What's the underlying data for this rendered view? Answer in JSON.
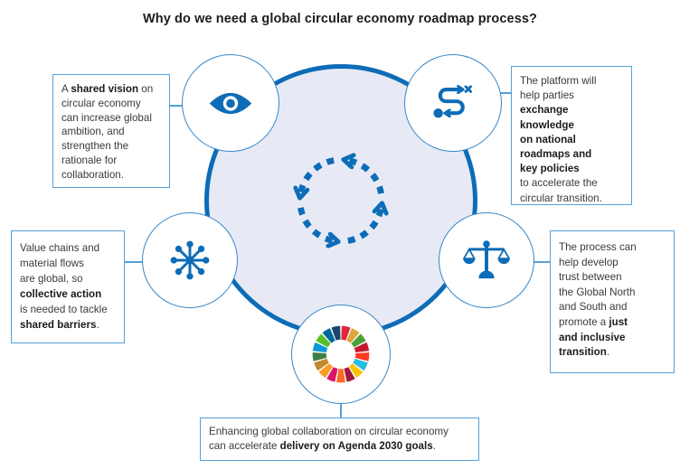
{
  "title": "Why do we need a global circular economy roadmap process?",
  "colors": {
    "icon_blue": "#0d6cb7",
    "central_fill": "#e7eaf5",
    "central_border": "#0d6cb7",
    "satellite_border": "#3787c8",
    "box_border": "#55a0d8",
    "body_text": "#3a3a3a",
    "title_text": "#1d1d1f"
  },
  "center": {
    "icon": "cycle-arrows-icon"
  },
  "boxes": {
    "shared_vision": {
      "segments": [
        {
          "text": "A ",
          "bold": false
        },
        {
          "text": "shared vision",
          "bold": true
        },
        {
          "text": " on\ncircular economy\ncan increase global\nambition, and\nstrengthen the\nrationale for\ncollaboration.",
          "bold": false
        }
      ]
    },
    "exchange_knowledge": {
      "segments": [
        {
          "text": "The platform will\nhelp parties\n",
          "bold": false
        },
        {
          "text": "exchange knowledge\non national\nroadmaps and\nkey policies",
          "bold": true
        },
        {
          "text": "\nto accelerate the\ncircular transition.",
          "bold": false
        }
      ]
    },
    "collective_action": {
      "segments": [
        {
          "text": "Value chains and\nmaterial flows\nare global, so\n",
          "bold": false
        },
        {
          "text": "collective action",
          "bold": true
        },
        {
          "text": "\nis needed to tackle\n",
          "bold": false
        },
        {
          "text": "shared barriers",
          "bold": true
        },
        {
          "text": ".",
          "bold": false
        }
      ]
    },
    "just_transition": {
      "segments": [
        {
          "text": "The process can\nhelp develop\ntrust between\nthe Global North\nand South and\npromote a ",
          "bold": false
        },
        {
          "text": "just\nand inclusive\ntransition",
          "bold": true
        },
        {
          "text": ".",
          "bold": false
        }
      ]
    },
    "agenda_2030": {
      "segments": [
        {
          "text": "Enhancing global collaboration on circular economy\ncan accelerate ",
          "bold": false
        },
        {
          "text": "delivery on Agenda 2030 goals",
          "bold": true
        },
        {
          "text": ".",
          "bold": false
        }
      ]
    }
  },
  "nodes": [
    {
      "icon": "eye-icon",
      "meaning": "shared vision"
    },
    {
      "icon": "route-icon",
      "meaning": "exchange knowledge on roadmaps and policies"
    },
    {
      "icon": "network-icon",
      "meaning": "collective action on global value chains"
    },
    {
      "icon": "scales-icon",
      "meaning": "just and inclusive transition"
    },
    {
      "icon": "sdg-wheel-icon",
      "meaning": "delivery on Agenda 2030 goals"
    }
  ],
  "sdg_wheel": {
    "colors": [
      "#e5243b",
      "#dda63a",
      "#4c9f38",
      "#c5192d",
      "#ff3a21",
      "#26bde2",
      "#fcc30b",
      "#a21942",
      "#fd6925",
      "#dd1367",
      "#fd9d24",
      "#bf8b2e",
      "#3f7e44",
      "#0a97d9",
      "#56c02b",
      "#00689d",
      "#19486a"
    ]
  }
}
